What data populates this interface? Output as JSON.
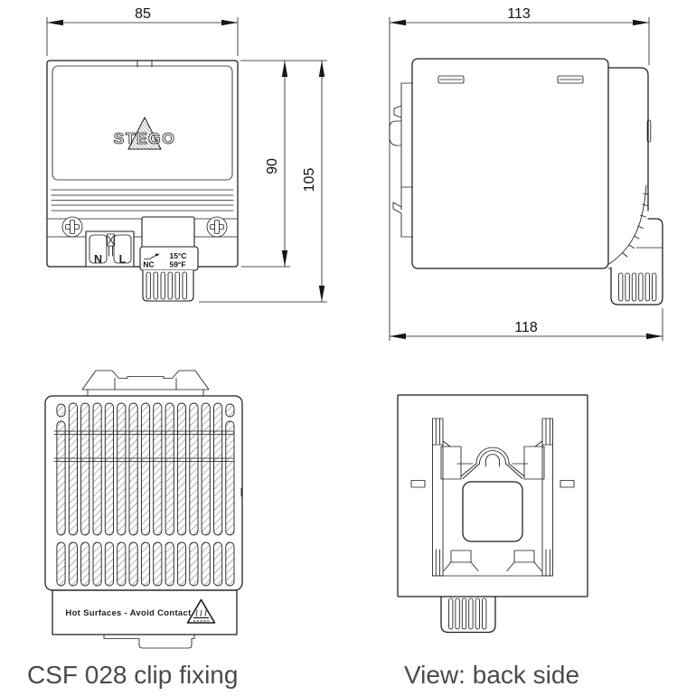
{
  "colors": {
    "line": "#1c1c1c",
    "caption": "#4b4b4b",
    "background": "#ffffff"
  },
  "front_view": {
    "dim_width": "85",
    "dim_height_body": "90",
    "dim_height_total": "105",
    "logo": "STEGO",
    "terminal_left": "N",
    "terminal_right": "L",
    "thermostat_contact": "NC",
    "thermostat_temp_c": "15°C",
    "thermostat_temp_f": "59°F"
  },
  "side_view": {
    "dim_width_top": "113",
    "dim_width_bottom": "118"
  },
  "grille_view": {
    "warning": "Hot Surfaces - Avoid Contact"
  },
  "captions": {
    "left": "CSF 028 clip fixing",
    "right": "View: back side"
  }
}
